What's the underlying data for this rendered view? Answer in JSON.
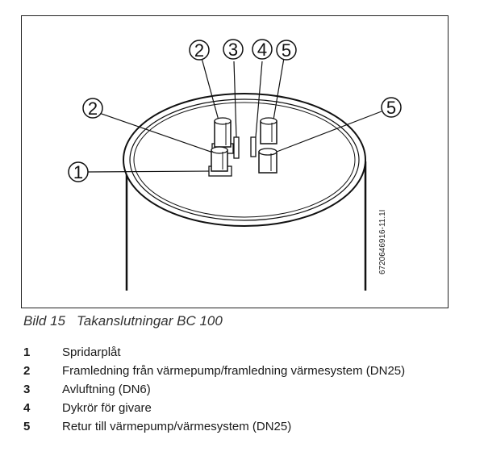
{
  "figure": {
    "callouts": [
      "1",
      "2",
      "2",
      "3",
      "4",
      "5",
      "5"
    ],
    "doc_number": "6720646916-11.1I"
  },
  "caption": {
    "label": "Bild 15",
    "title": "Takanslutningar BC 100"
  },
  "legend": [
    {
      "num": "1",
      "text": "Spridarplåt"
    },
    {
      "num": "2",
      "text": "Framledning från värmepump/framledning värmesystem (DN25)"
    },
    {
      "num": "3",
      "text": "Avluftning (DN6)"
    },
    {
      "num": "4",
      "text": "Dykrör för givare"
    },
    {
      "num": "5",
      "text": "Retur till värmepump/värmesystem (DN25)"
    }
  ]
}
